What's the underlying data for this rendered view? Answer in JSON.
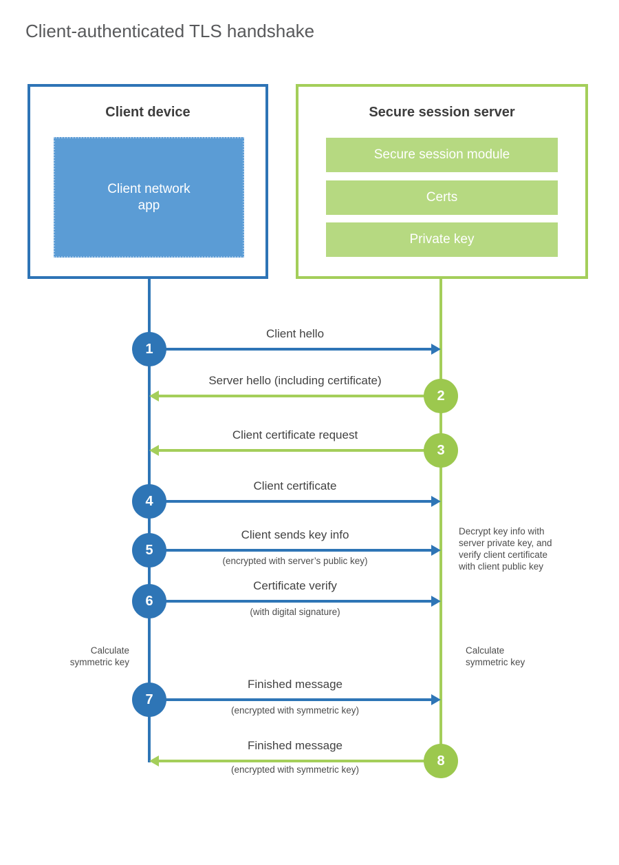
{
  "title": "Client-authenticated TLS handshake",
  "client_box": {
    "title": "Client device",
    "app": "Client network\napp"
  },
  "server_box": {
    "title": "Secure session server",
    "modules": [
      "Secure session module",
      "Certs",
      "Private key"
    ]
  },
  "steps": [
    {
      "num": "1",
      "direction": "client-to-server",
      "label": "Client hello",
      "sub": ""
    },
    {
      "num": "2",
      "direction": "server-to-client",
      "label": "Server hello (including certificate)",
      "sub": ""
    },
    {
      "num": "3",
      "direction": "server-to-client",
      "label": "Client certificate request",
      "sub": ""
    },
    {
      "num": "4",
      "direction": "client-to-server",
      "label": "Client certificate",
      "sub": ""
    },
    {
      "num": "5",
      "direction": "client-to-server",
      "label": "Client sends key info",
      "sub": "(encrypted with server’s public key)"
    },
    {
      "num": "6",
      "direction": "client-to-server",
      "label": "Certificate verify",
      "sub": "(with digital signature)"
    },
    {
      "num": "7",
      "direction": "client-to-server",
      "label": "Finished message",
      "sub": "(encrypted with symmetric key)"
    },
    {
      "num": "8",
      "direction": "server-to-client",
      "label": "Finished message",
      "sub": "(encrypted with symmetric key)"
    }
  ],
  "annotations": {
    "decrypt": "Decrypt key info with\nserver private key, and\nverify client certificate\nwith client public key",
    "calculate_left": "Calculate\nsymmetric key",
    "calculate_right": "Calculate\nsymmetric key"
  },
  "colors": {
    "blue": "#2e75b6",
    "blue_fill": "#5b9cd5",
    "green": "#a4ce5a",
    "green_circle": "#9cc84e",
    "green_fill": "#b6d981",
    "text_dark": "#3d3d3d",
    "text_gray": "#4c4c4c"
  }
}
